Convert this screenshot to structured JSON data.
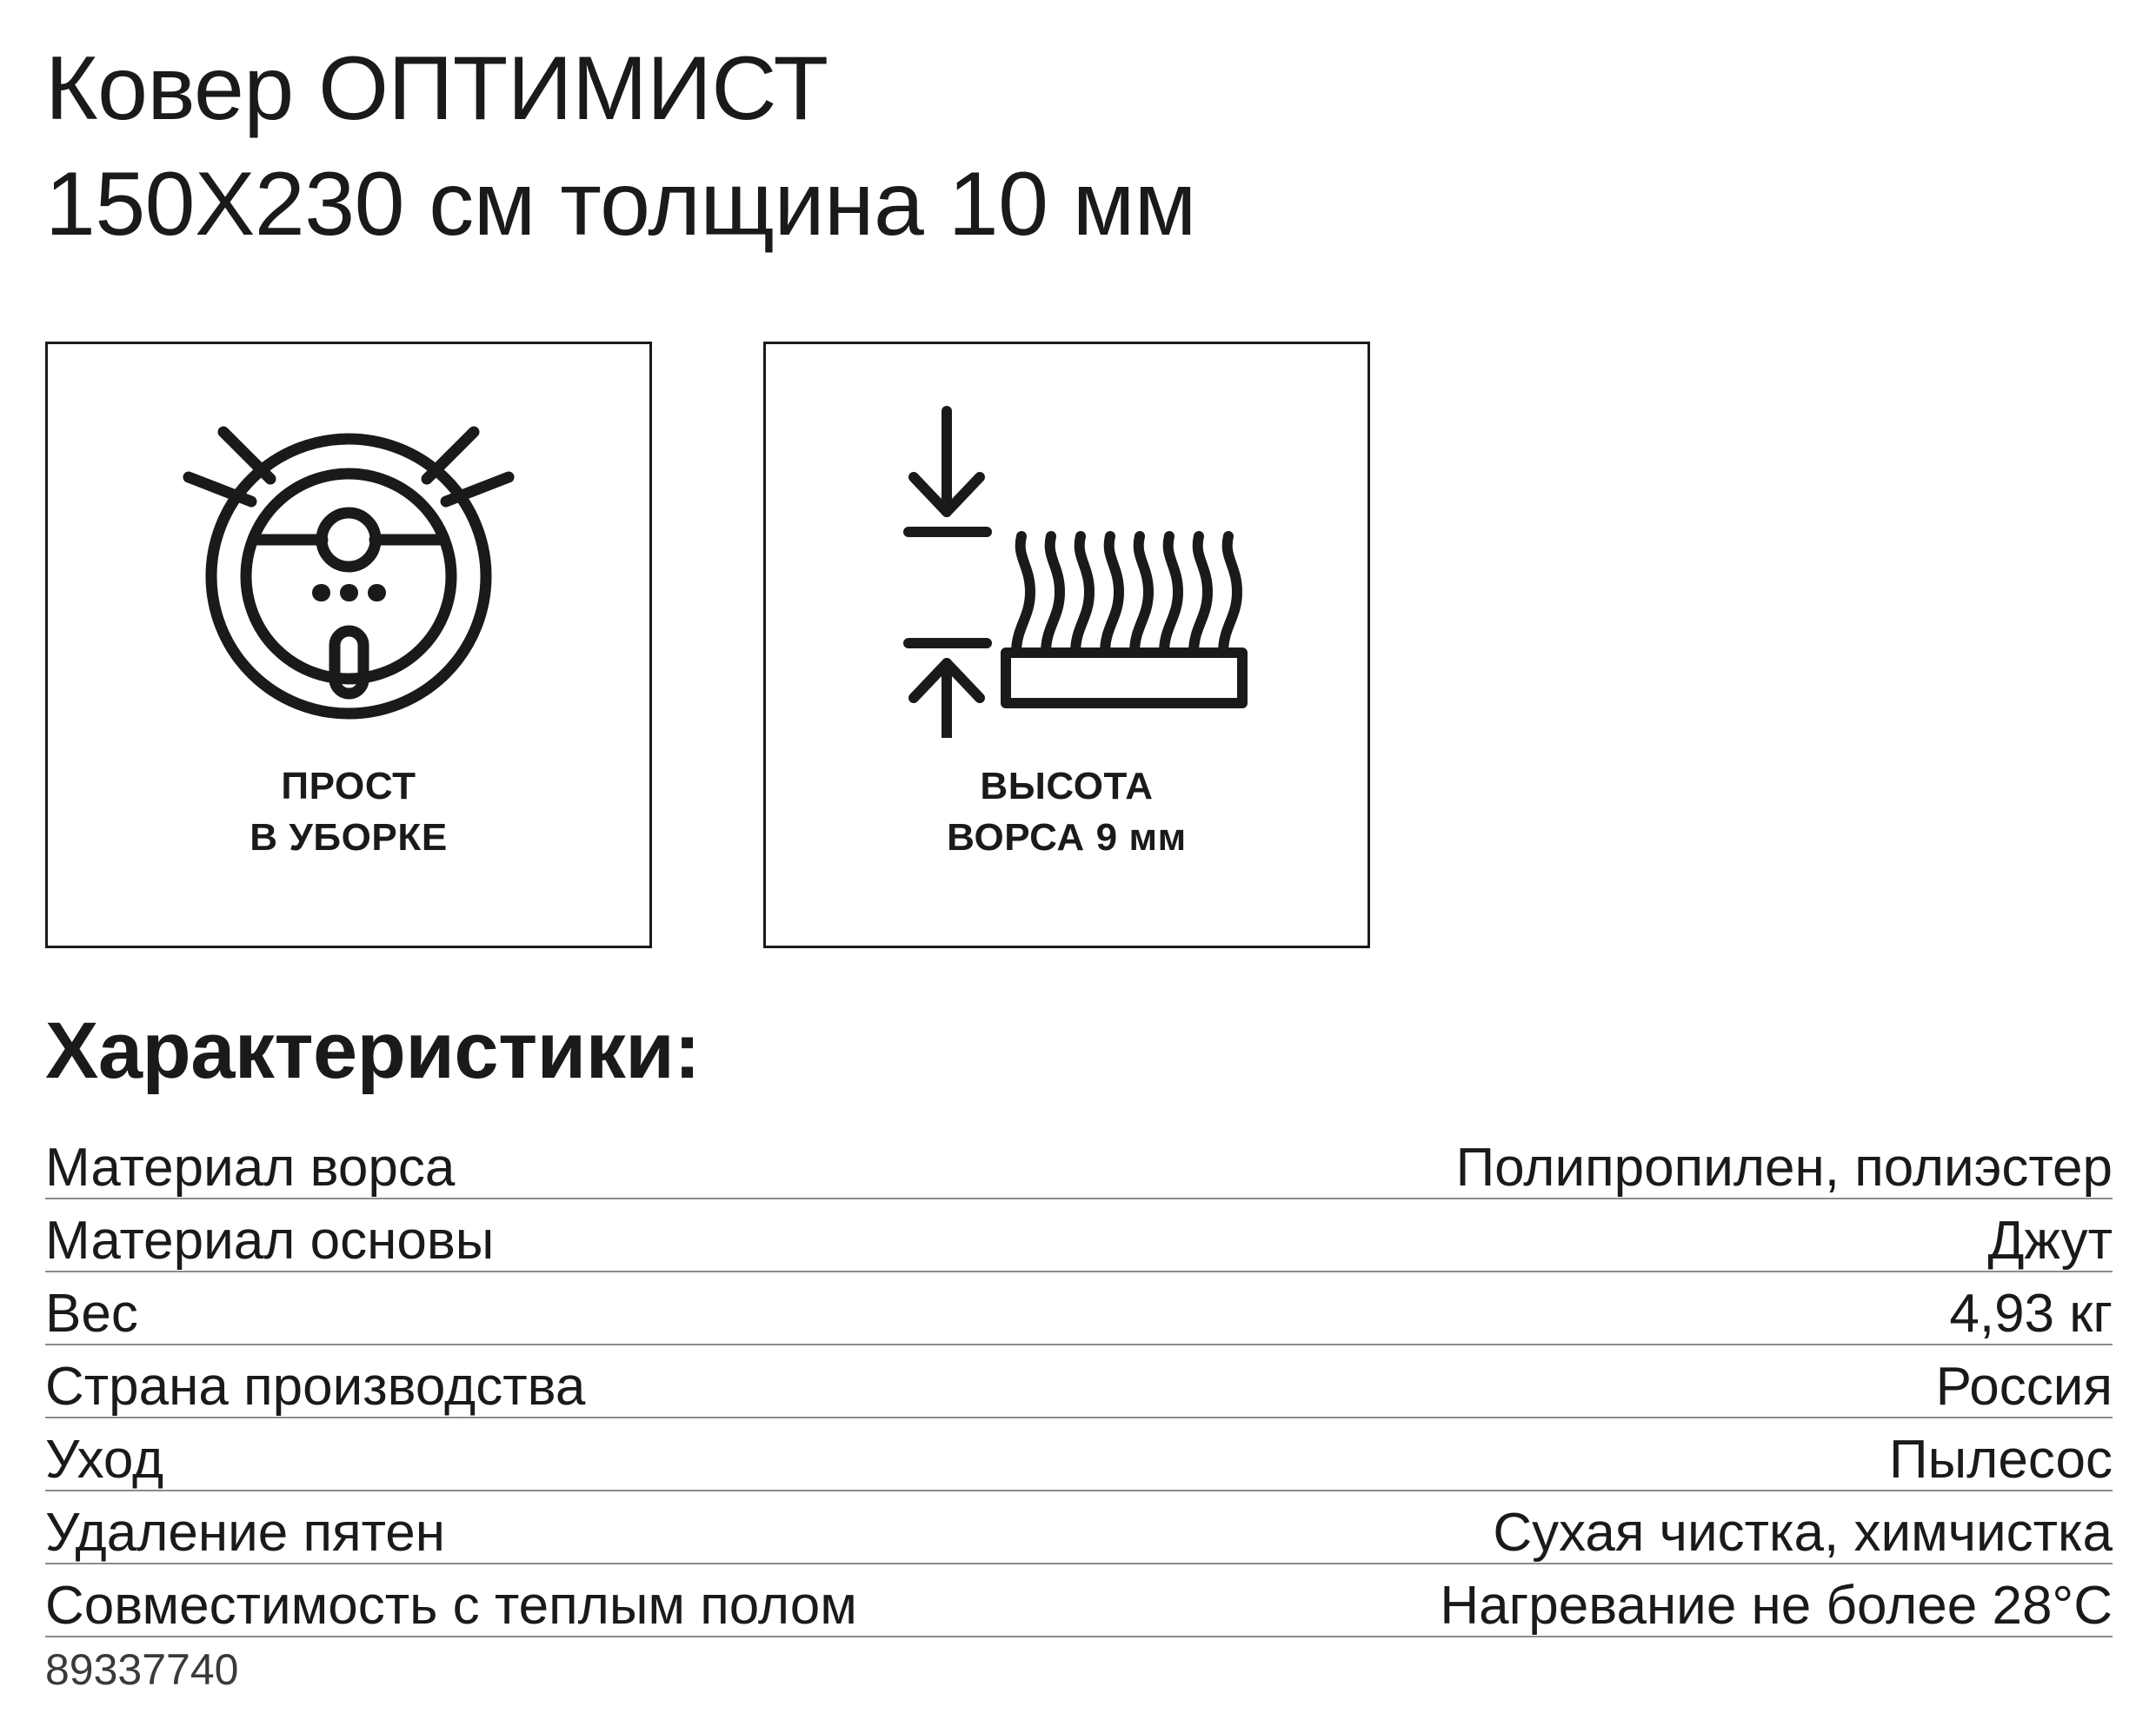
{
  "product": {
    "title": "Ковер ОПТИМИСТ\n150Х230 см толщина 10 мм",
    "article_number": "89337740"
  },
  "features": [
    {
      "icon": "robot-vacuum-icon",
      "caption": "ПРОСТ\nВ УБОРКЕ"
    },
    {
      "icon": "pile-height-icon",
      "caption": "ВЫСОТА\nВОРСА 9 мм"
    }
  ],
  "specs": {
    "heading": "Характеристики:",
    "rows": [
      {
        "label": "Материал ворса",
        "value": "Полипропилен, полиэстер"
      },
      {
        "label": "Материал основы",
        "value": "Джут"
      },
      {
        "label": "Вес",
        "value": "4,93 кг"
      },
      {
        "label": "Страна производства",
        "value": "Россия"
      },
      {
        "label": "Уход",
        "value": "Пылесос"
      },
      {
        "label": "Удаление пятен",
        "value": "Сухая чистка, химчистка"
      },
      {
        "label": "Совместимость с теплым полом",
        "value": "Нагревание не более 28°C"
      }
    ]
  },
  "colors": {
    "ink": "#1a1a1a",
    "rule": "#8c8c8c",
    "background": "#ffffff"
  }
}
